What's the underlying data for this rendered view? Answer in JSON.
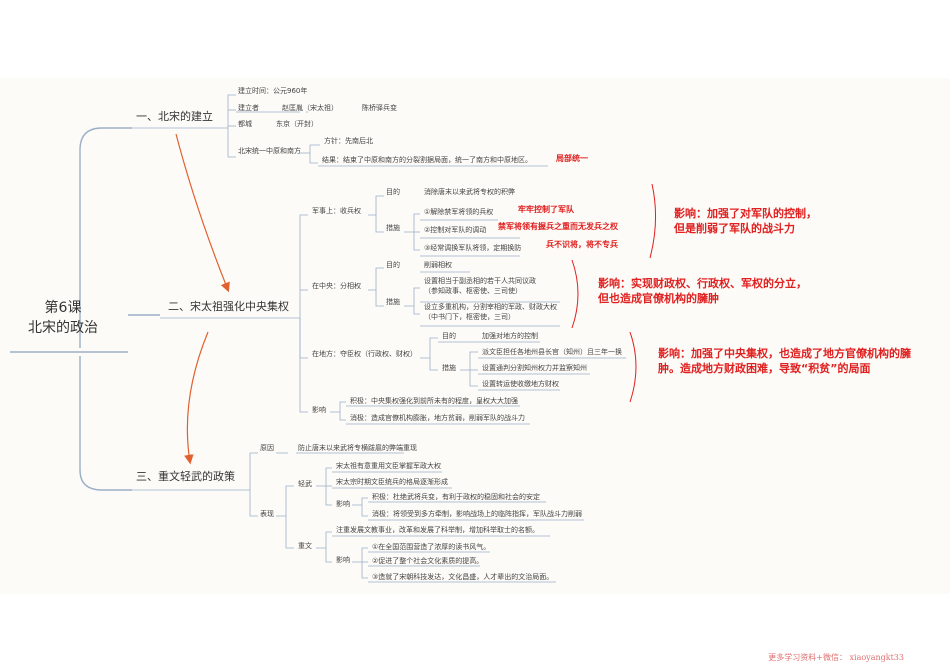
{
  "root": {
    "line1": "第6课",
    "line2": "北宋的政治"
  },
  "s1": {
    "title": "一、北宋的建立",
    "time": "建立时间：公元960年",
    "founder": "建立者",
    "founder_name": "赵匡胤（宋太祖）",
    "founder_event": "陈桥驿兵变",
    "capital": "都城",
    "capital_name": "东京（开封）",
    "unify": "北宋统一中原和南方",
    "policy": "方针：先南后北",
    "result": "结果：结束了中原和南方的分裂割据局面，统一了南方和中原地区。",
    "tag": "局部统一"
  },
  "s2": {
    "title": "二、宋太祖强化中央集权",
    "military": "军事上：收兵权",
    "m_goal_label": "目的",
    "m_goal": "消除唐末以来武将专权的积弊",
    "m_measure_label": "措施",
    "m_1": "①解除禁军将领的兵权",
    "m_1_tag": "牢牢控制了军队",
    "m_2": "②控制对军队的调动",
    "m_2_tag": "禁军将领有握兵之重而无发兵之权",
    "m_3": "③经常调换军队将领，定期换防",
    "m_3_tag": "兵不识将，将不专兵",
    "central": "在中央：分相权",
    "c_goal_label": "目的",
    "c_goal": "削弱相权",
    "c_measure_label": "措施",
    "c_1a": "设置相当于副丞相的若干人共同议政",
    "c_1b": "（参知政事、枢密使、三司使）",
    "c_2a": "设立多重机构，分割宰相的军政、财政大权",
    "c_2b": "（中书门下，枢密使，三司）",
    "local": "在地方：夺臣权（行政权、财权）",
    "l_goal_label": "目的",
    "l_goal": "加强对地方的控制",
    "l_measure_label": "措施",
    "l_1": "派文臣担任各地州县长官（知州）且三年一换",
    "l_2": "设置通判分割知州权力并监察知州",
    "l_3": "设置转运使收缴地方财权",
    "effect_label": "影响",
    "e_pos": "积极：中央集权强化到前所未有的程度，皇权大大加强",
    "e_neg": "消极：造成官僚机构膨胀，地方贫弱，削弱军队的战斗力"
  },
  "s3": {
    "title": "三、重文轻武的政策",
    "reason_label": "原因",
    "reason": "防止唐末以来武将专横跋扈的弊端重现",
    "perf_label": "表现",
    "light_mil": "轻武",
    "lm_1": "宋太祖有意重用文臣掌握军政大权",
    "lm_2": "宋太宗时期文臣统兵的格局逐渐形成",
    "lm_effect": "影响",
    "lm_pos": "积极：杜绝武将兵变，有利于政权的稳固和社会的安定",
    "lm_neg": "消极：将领受到多方牵制，影响战场上的临阵指挥，军队战斗力削弱",
    "value_civ": "重文",
    "vc_1": "注重发展文教事业，改革和发展了科举制，增加科举取士的名额。",
    "vc_effect": "影响",
    "vc_e1": "①在全国范围营造了浓厚的读书风气。",
    "vc_e2": "②促进了整个社会文化素质的提高。",
    "vc_e3": "③造就了宋朝科技发达，文化昌盛，人才辈出的文治局面。"
  },
  "notes": {
    "n1a": "影响：加强了对军队的控制，",
    "n1b": "但是削弱了军队的战斗力",
    "n2a": "影响：实现财政权、行政权、军权的分立，",
    "n2b": "但也造成官僚机构的臃肿",
    "n3a": "影响：加强了中央集权，也造成了地方官僚机构的臃",
    "n3b": "肿。造成地方财政困难，导致“积贫”的局面"
  },
  "footer": "更多学习资料+微信：  xiaoyangkt33",
  "colors": {
    "line": "#9bb0c8",
    "accent": "#e02020",
    "arrow": "#e06030"
  }
}
